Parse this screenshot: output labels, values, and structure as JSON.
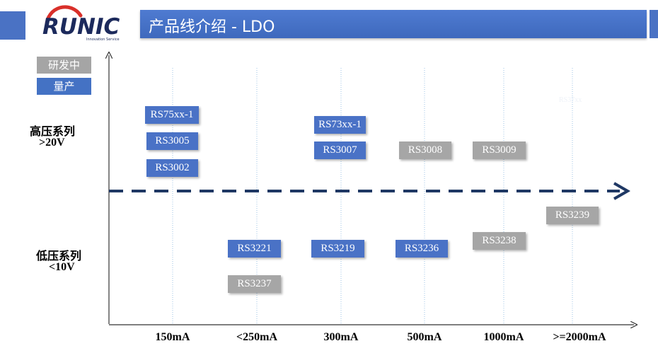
{
  "header": {
    "logo_text": "RUNIC",
    "logo_tagline": "Innovation Service",
    "title": "产品线介绍 -  LDO"
  },
  "legend": {
    "in_development": "研发中",
    "mass_production": "量产"
  },
  "series": {
    "high_voltage_name": "高压系列",
    "high_voltage_range": ">20V",
    "low_voltage_name": "低压系列",
    "low_voltage_range": "<10V"
  },
  "current_axis": [
    "150mA",
    "<250mA",
    "300mA",
    "500mA",
    "1000mA",
    ">=2000mA"
  ],
  "products": {
    "rs75xx_1": "RS75xx-1",
    "rs3005": "RS3005",
    "rs3002": "RS3002",
    "rs73xx_1": "RS73xx-1",
    "rs3007": "RS3007",
    "rs3008": "RS3008",
    "rs3009": "RS3009",
    "rs3239": "RS3239",
    "rs3221": "RS3221",
    "rs3219": "RS3219",
    "rs3236": "RS3236",
    "rs3238": "RS3238",
    "rs3237": "RS3237",
    "rs37xx_faint": "RS37xx"
  },
  "colors": {
    "mass_production": "#4472c4",
    "in_development": "#a5a5a5",
    "divider": "#1f3864",
    "title_bar": "#4472c4"
  }
}
